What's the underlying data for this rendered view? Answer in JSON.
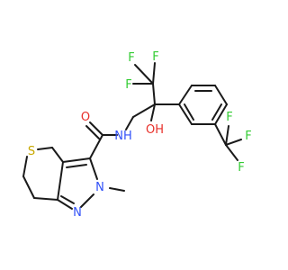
{
  "molecule": {
    "atoms": {
      "f_top_left": "F",
      "f_top_mid": "F",
      "f_left": "F",
      "o_carbonyl": "O",
      "n_amide": "NH",
      "oh": "OH",
      "s_ring": "S",
      "n_methyl": "N",
      "n_ring": "N",
      "f_cf3_top": "F",
      "f_cf3_right": "F",
      "f_cf3_bottom": "F"
    },
    "colors": {
      "bond": "#1a1a1a",
      "fluorine": "#33cc33",
      "oxygen": "#e8302a",
      "nitrogen": "#3050f8",
      "sulfur": "#c8a800"
    }
  }
}
